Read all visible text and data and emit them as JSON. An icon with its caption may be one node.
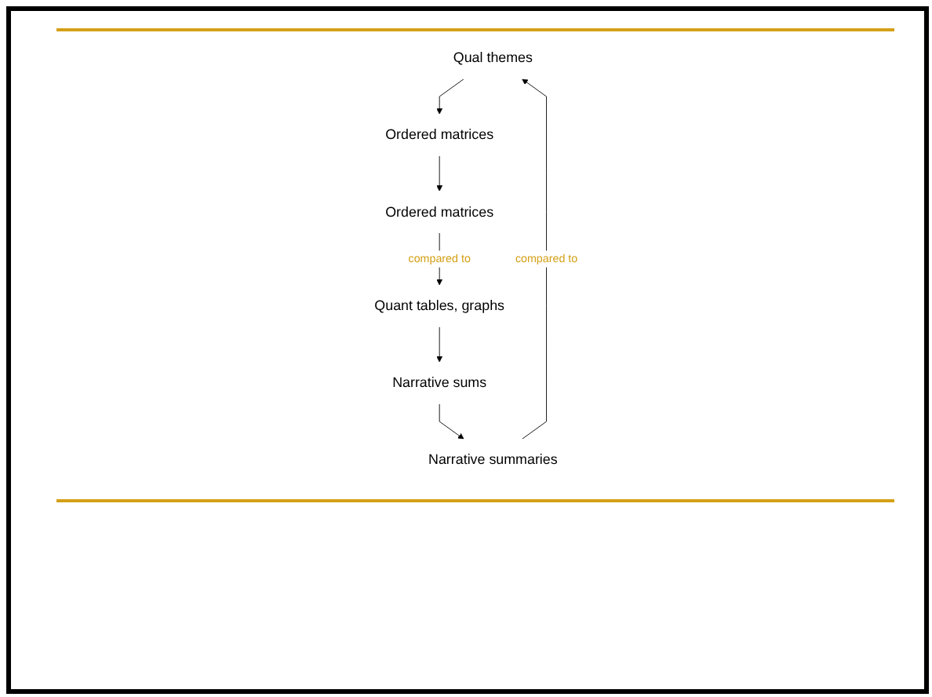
{
  "diagram": {
    "nodes": [
      {
        "text": [
          "Qual themes"
        ]
      },
      {
        "text": [
          "Quant tables, graphs"
        ]
      },
      {
        "text": [
          "Ordered matrices"
        ]
      },
      {
        "text": [
          "Narrative sums"
        ]
      },
      {
        "text": [
          "Narrative summaries"
        ]
      },
      {
        "text": [
          "Ordered matrices"
        ]
      }
    ],
    "edges": [
      {
        "from": 0,
        "to": 2,
        "arrow": "to"
      },
      {
        "from": 1,
        "to": 3,
        "arrow": "to"
      },
      {
        "from": 2,
        "to": 5,
        "arrow": "to"
      },
      {
        "from": 3,
        "to": 4,
        "arrow": "to"
      },
      {
        "from": 4,
        "to": 0,
        "arrow": "to",
        "label": "compared to"
      },
      {
        "from": 5,
        "to": 1,
        "arrow": "to",
        "label": "compared to"
      }
    ]
  }
}
